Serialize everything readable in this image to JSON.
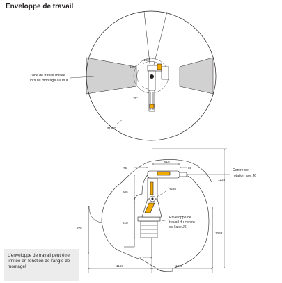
{
  "title": "Enveloppe de travail",
  "top_view": {
    "zone_label": [
      "Zone de travail limitée",
      "lors du montage au mur"
    ],
    "angle_top": "180°",
    "angle_left": "105°",
    "angle_bottom": "75°",
    "radius": "R1300"
  },
  "side_view": {
    "center_label": [
      "Centre de",
      "rotation axe J6"
    ],
    "envelope_label": [
      "Enveloppe de",
      "travail du centre",
      "de l'axe J6"
    ],
    "radius": "R285",
    "dims": {
      "d615": "615",
      "d75_top": "75",
      "d80": "80",
      "d1225": "1225",
      "d605": "605",
      "d618": "618",
      "d875": "875",
      "d1083": "1083",
      "d75_bottom": "75",
      "d1150": "1150",
      "d1300": "1300"
    }
  },
  "note": "L'enveloppe de travail peut être limitée en fonction de l'angle de montage!",
  "colors": {
    "zone": "#d1d1d1",
    "line": "#231f20",
    "note_bg": "#ececec"
  }
}
